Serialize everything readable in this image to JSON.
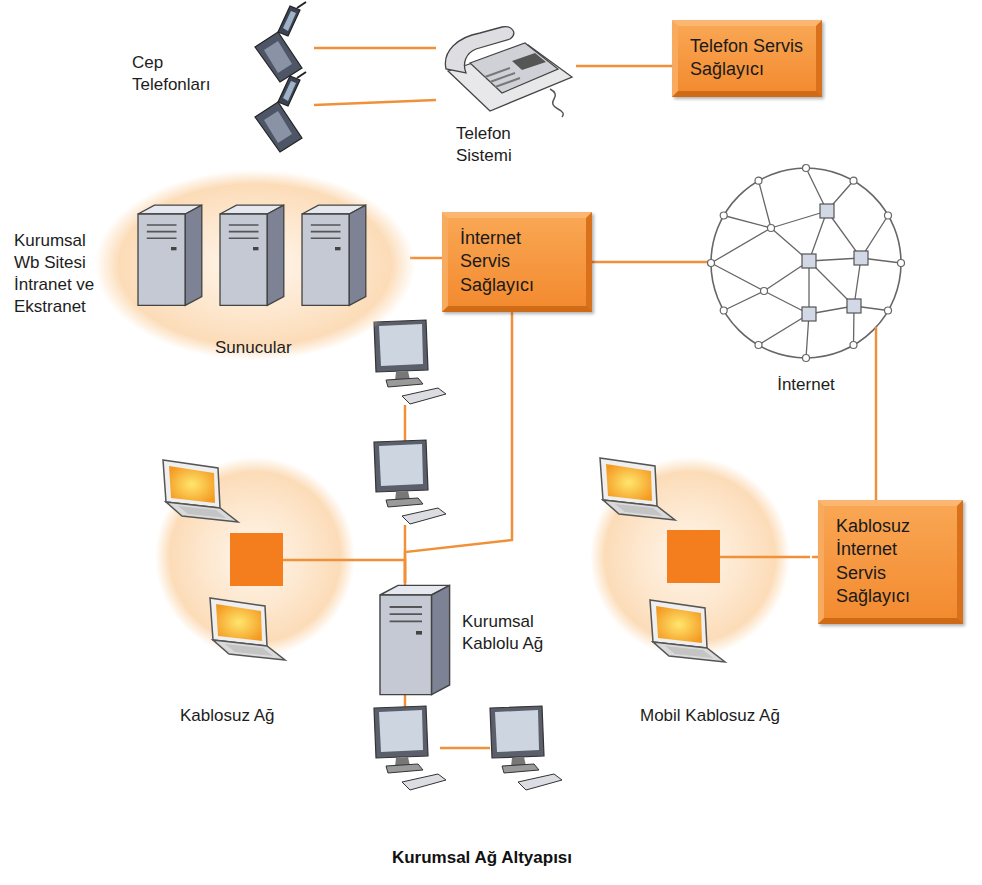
{
  "diagram": {
    "caption": "Kurumsal Ağ Altyapısı",
    "nodes": [
      {
        "text": [
          "Cep Telefonları"
        ]
      },
      {
        "text": [
          "Telefon Sistemi"
        ]
      },
      {
        "text": [
          "Telefon Servis Sağlayıcı"
        ]
      },
      {
        "text": [
          "Kurumsal Wb Sitesi İntranet ve Ekstranet",
          "Sunucular"
        ]
      },
      {
        "text": [
          "İnternet Servis Sağlayıcı"
        ]
      },
      {
        "text": [
          "İnternet"
        ]
      },
      {
        "text": [
          "Kablosuz Ağ"
        ]
      },
      {
        "text": [
          "Kurumsal Kablolu Ağ"
        ]
      },
      {
        "text": [
          "Mobil Kablosuz Ağ"
        ]
      },
      {
        "text": [
          "Kablosuz İnternet Servis Sağlayıcı"
        ]
      }
    ],
    "edges": [
      {
        "from": 0,
        "to": 1,
        "arrow": "none"
      },
      {
        "from": 0,
        "to": 1,
        "arrow": "none"
      },
      {
        "from": 1,
        "to": 2,
        "arrow": "none"
      },
      {
        "from": 3,
        "to": 4,
        "arrow": "none"
      },
      {
        "from": 4,
        "to": 5,
        "arrow": "none"
      },
      {
        "from": 4,
        "to": 7,
        "arrow": "none"
      },
      {
        "from": 6,
        "to": 7,
        "arrow": "none"
      },
      {
        "from": 5,
        "to": 9,
        "arrow": "none"
      },
      {
        "from": 9,
        "to": 8,
        "arrow": "none"
      }
    ]
  }
}
